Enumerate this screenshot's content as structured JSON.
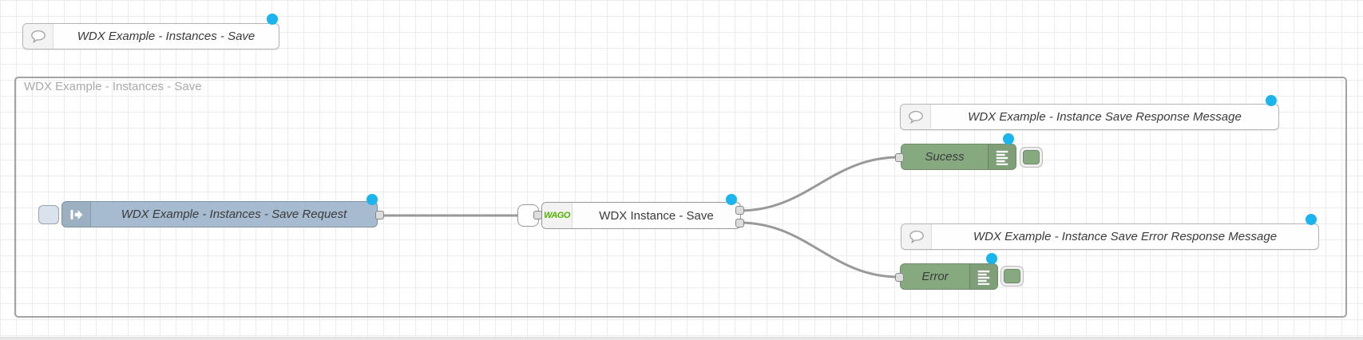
{
  "app": "node-red-flow-editor",
  "group": {
    "title": "WDX Example - Instances - Save"
  },
  "comments": {
    "flow_title": {
      "label": "WDX Example - Instances - Save"
    },
    "response": {
      "label": "WDX Example - Instance Save Response Message"
    },
    "error_response": {
      "label": "WDX Example - Instance Save Error Response Message"
    }
  },
  "nodes": {
    "inject": {
      "label": "WDX Example - Instances - Save Request"
    },
    "wdx_save": {
      "label": "WDX Instance - Save",
      "logo_text": "WAGO"
    },
    "success_debug": {
      "label": "Sucess"
    },
    "error_debug": {
      "label": "Error"
    }
  },
  "icons": {
    "comment": "speech-bubble-icon",
    "inject": "inject-arrow-icon",
    "debug": "debug-list-icon",
    "wdx": "wago-logo-icon"
  },
  "colors": {
    "inject_fill": "#a6bbcf",
    "debug_fill": "#87a980",
    "changed_dot": "#1ab5ee",
    "wire": "#999999",
    "group_border": "#a3a3a3",
    "wago_green": "#55b000"
  }
}
